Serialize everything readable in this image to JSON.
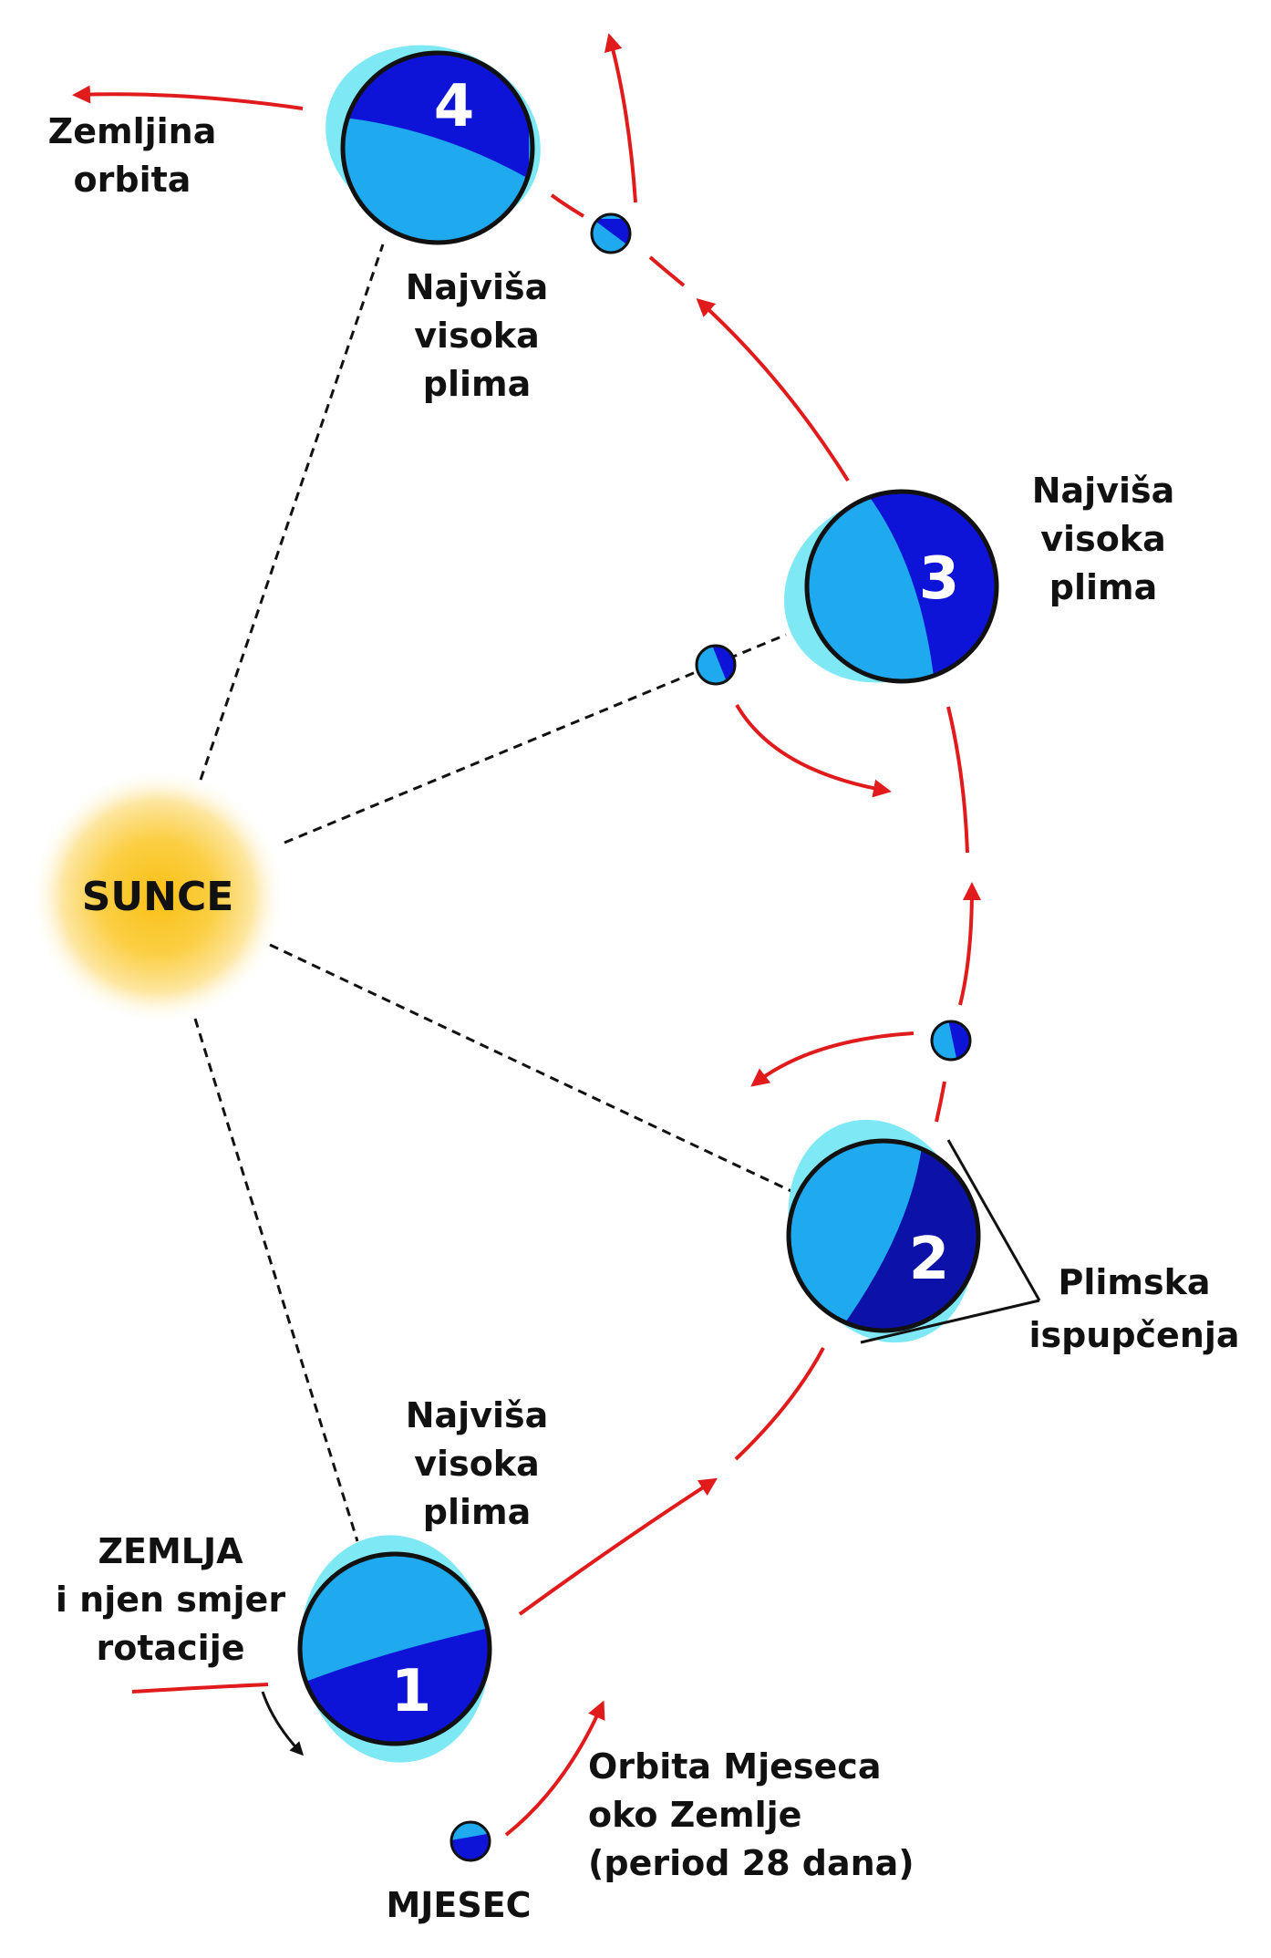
{
  "sun": {
    "label": "SUNCE"
  },
  "earth_orbit_label": [
    "Zemljina",
    "orbita"
  ],
  "earth_label": [
    "ZEMLJA",
    "i njen smjer",
    "rotacije"
  ],
  "moon_label": "MJESEC",
  "moon_orbit_label": [
    "Orbita Mjeseca",
    "oko Zemlje",
    "(period 28 dana)"
  ],
  "tidal_bulges_label": [
    "Plimska",
    "ispupčenja"
  ],
  "highest_tide_label": [
    "Najviša",
    "visoka",
    "plima"
  ],
  "positions": [
    {
      "number": "1",
      "label": "Najviša visoka plima"
    },
    {
      "number": "2",
      "label": ""
    },
    {
      "number": "3",
      "label": "Najviša visoka plima"
    },
    {
      "number": "4",
      "label": "Najviša visoka plima"
    }
  ],
  "colors": {
    "ocean_light": "#1fa9ee",
    "ocean_dark": "#0d14d8",
    "bulge": "#7fe8f5",
    "orbit_arrow": "#e11b1b",
    "sun_core": "#f9c21a",
    "sun_glow": "#fde9a6",
    "dashed_line": "#111111"
  }
}
